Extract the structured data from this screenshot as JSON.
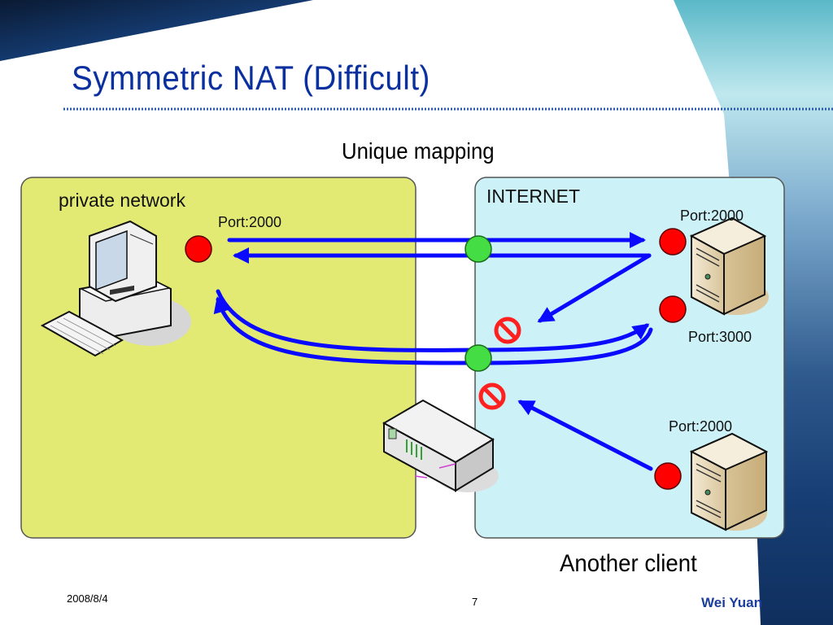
{
  "slide": {
    "title": "Symmetric NAT (Difficult)",
    "caption": "Unique mapping",
    "footer_label": "Another client",
    "date": "2008/8/4",
    "page_number": "7",
    "author": "Wei Yuan"
  },
  "diagram": {
    "private_network": {
      "label": "private network",
      "client_port": "Port:2000",
      "client_icon": "desktop-computer-icon"
    },
    "internet": {
      "label": "INTERNET",
      "server1_port_a": "Port:2000",
      "server1_port_b": "Port:3000",
      "server2_port": "Port:2000",
      "server_icon": "server-tower-icon"
    },
    "nat_device_icon": "router-icon",
    "colors": {
      "private_bg": "#e2ea74",
      "internet_bg": "#ccf1f7",
      "arrow": "#0a0aff",
      "port_endpoint": "#ff0000",
      "nat_mapping": "#33dd33",
      "blocked": "#ff2020",
      "title": "#0a2f9e"
    }
  }
}
